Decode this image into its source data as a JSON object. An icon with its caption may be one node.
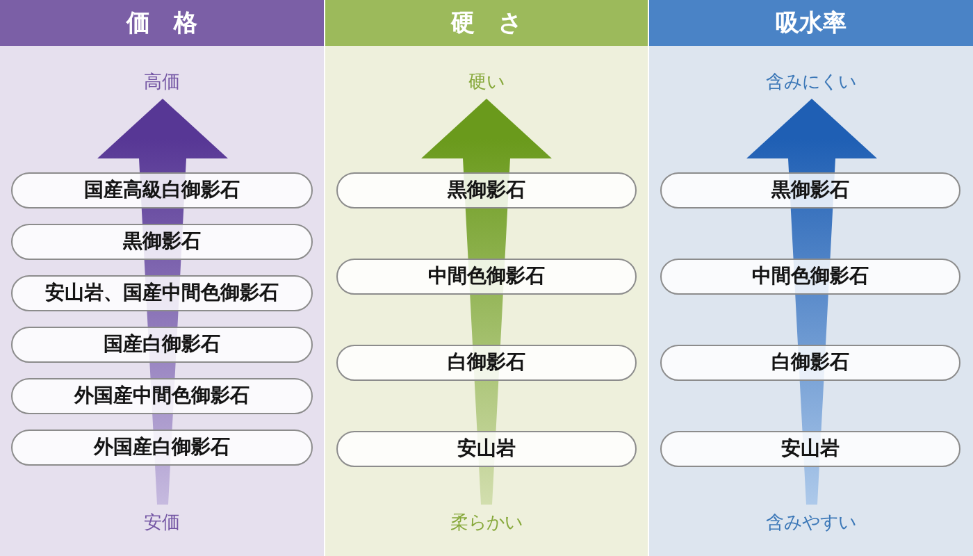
{
  "diagram": {
    "nodes": [
      {
        "text": [
          "価　格",
          "高価",
          "安価"
        ]
      },
      {
        "text": [
          "国産高級白御影石"
        ],
        "in": 0
      },
      {
        "text": [
          "黒御影石"
        ],
        "in": 0
      },
      {
        "text": [
          "安山岩、国産中間色御影石"
        ],
        "in": 0
      },
      {
        "text": [
          "国産白御影石"
        ],
        "in": 0
      },
      {
        "text": [
          "外国産中間色御影石"
        ],
        "in": 0
      },
      {
        "text": [
          "外国産白御影石"
        ],
        "in": 0
      },
      {
        "text": [
          "硬　さ",
          "硬い",
          "柔らかい"
        ]
      },
      {
        "text": [
          "黒御影石"
        ],
        "in": 7
      },
      {
        "text": [
          "中間色御影石"
        ],
        "in": 7
      },
      {
        "text": [
          "白御影石"
        ],
        "in": 7
      },
      {
        "text": [
          "安山岩"
        ],
        "in": 7
      },
      {
        "text": [
          "吸水率",
          "含みにくい",
          "含みやすい"
        ]
      },
      {
        "text": [
          "黒御影石"
        ],
        "in": 12
      },
      {
        "text": [
          "中間色御影石"
        ],
        "in": 12
      },
      {
        "text": [
          "白御影石"
        ],
        "in": 12
      },
      {
        "text": [
          "安山岩"
        ],
        "in": 12
      }
    ]
  }
}
